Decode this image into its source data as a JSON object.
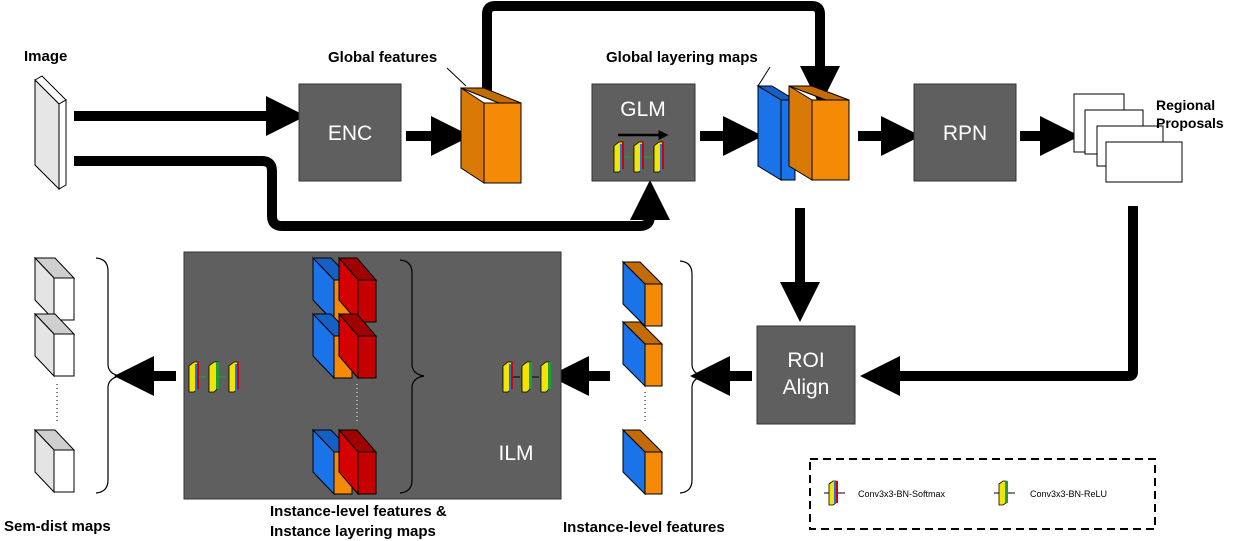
{
  "labels": {
    "image": "Image",
    "global_features": "Global features",
    "global_layering_maps": "Global layering maps",
    "regional_proposals_line1": "Regional",
    "regional_proposals_line2": "Proposals",
    "sem_dist_maps": "Sem-dist maps",
    "instance_level_layering_line1": "Instance-level features &",
    "instance_level_layering_line2": "Instance layering maps",
    "instance_level_features": "Instance-level features"
  },
  "blocks": {
    "enc": "ENC",
    "glm": "GLM",
    "rpn": "RPN",
    "roi_line1": "ROI",
    "roi_line2": "Align",
    "ilm": "ILM"
  },
  "legend": {
    "softmax": "Conv3x3-BN-Softmax",
    "relu": "Conv3x3-BN-ReLU"
  },
  "colors": {
    "block_fill": "#5f5f5f",
    "orange": "#f58a07",
    "blue": "#1a73e8",
    "red": "#d50000",
    "yellow": "#f2e600",
    "green": "#1f9d3a",
    "arrow": "#000000"
  }
}
